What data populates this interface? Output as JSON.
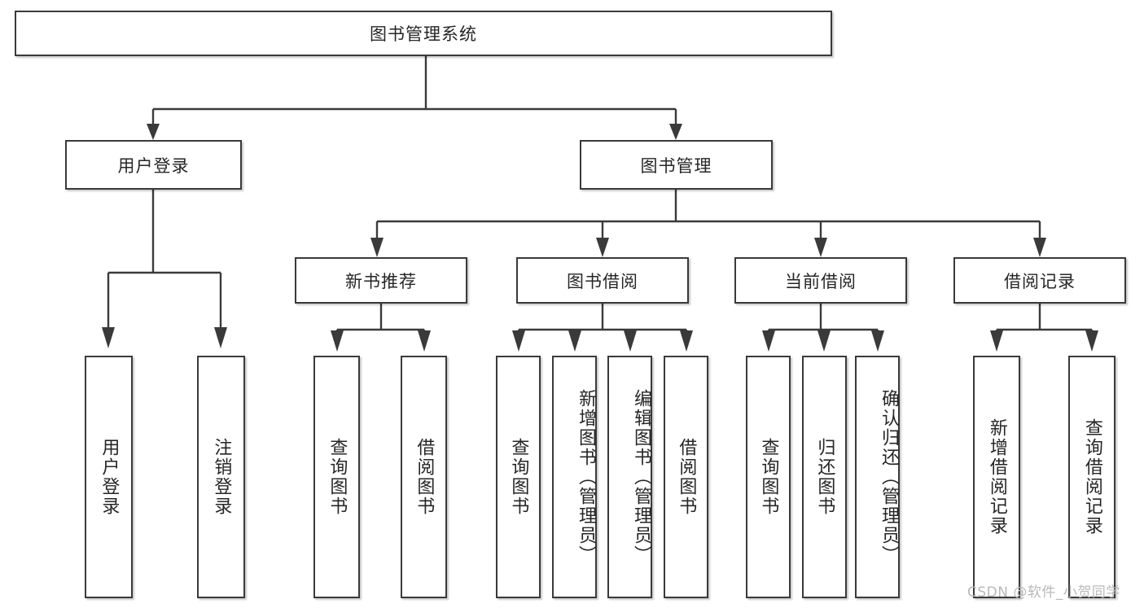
{
  "diagram": {
    "type": "tree",
    "title": "图书管理系统",
    "orientation": "top-down",
    "background_color": "#ffffff",
    "box_border_color": "#3a3a3a",
    "box_fill_color": "#ffffff",
    "connector_color": "#3a3a3a",
    "text_color": "#262626"
  },
  "nodes": {
    "root": {
      "label": "图书管理系统",
      "level": 0
    },
    "user_login": {
      "label": "用户登录",
      "level": 1
    },
    "book_manage": {
      "label": "图书管理",
      "level": 1
    },
    "new_book_rec": {
      "label": "新书推荐",
      "level": 2
    },
    "book_borrow": {
      "label": "图书借阅",
      "level": 2
    },
    "current_borrow": {
      "label": "当前借阅",
      "level": 2
    },
    "borrow_record": {
      "label": "借阅记录",
      "level": 2
    },
    "leaf_user_login": {
      "label": "用户登录",
      "level": 3
    },
    "leaf_logout": {
      "label": "注销登录",
      "level": 3
    },
    "leaf_query_book_1": {
      "label": "查询图书",
      "level": 3
    },
    "leaf_borrow_book_1": {
      "label": "借阅图书",
      "level": 3
    },
    "leaf_query_book_2": {
      "label": "查询图书",
      "level": 3
    },
    "leaf_add_book": {
      "label": "新增图书（管理员）",
      "level": 3
    },
    "leaf_edit_book": {
      "label": "编辑图书（管理员）",
      "level": 3
    },
    "leaf_borrow_book_2": {
      "label": "借阅图书",
      "level": 3
    },
    "leaf_query_book_3": {
      "label": "查询图书",
      "level": 3
    },
    "leaf_return_book": {
      "label": "归还图书",
      "level": 3
    },
    "leaf_confirm_return": {
      "label": "确认归还（管理员）",
      "level": 3
    },
    "leaf_add_record": {
      "label": "新增借阅记录",
      "level": 3
    },
    "leaf_query_record": {
      "label": "查询借阅记录",
      "level": 3
    }
  },
  "edges": [
    {
      "from": "root",
      "to": "user_login"
    },
    {
      "from": "root",
      "to": "book_manage"
    },
    {
      "from": "user_login",
      "to": "leaf_user_login"
    },
    {
      "from": "user_login",
      "to": "leaf_logout"
    },
    {
      "from": "book_manage",
      "to": "new_book_rec"
    },
    {
      "from": "book_manage",
      "to": "book_borrow"
    },
    {
      "from": "book_manage",
      "to": "current_borrow"
    },
    {
      "from": "book_manage",
      "to": "borrow_record"
    },
    {
      "from": "new_book_rec",
      "to": "leaf_query_book_1"
    },
    {
      "from": "new_book_rec",
      "to": "leaf_borrow_book_1"
    },
    {
      "from": "book_borrow",
      "to": "leaf_query_book_2"
    },
    {
      "from": "book_borrow",
      "to": "leaf_add_book"
    },
    {
      "from": "book_borrow",
      "to": "leaf_edit_book"
    },
    {
      "from": "book_borrow",
      "to": "leaf_borrow_book_2"
    },
    {
      "from": "current_borrow",
      "to": "leaf_query_book_3"
    },
    {
      "from": "current_borrow",
      "to": "leaf_return_book"
    },
    {
      "from": "current_borrow",
      "to": "leaf_confirm_return"
    },
    {
      "from": "borrow_record",
      "to": "leaf_add_record"
    },
    {
      "from": "borrow_record",
      "to": "leaf_query_record"
    }
  ],
  "watermark": {
    "text": "CSDN @软件_小贺同学"
  }
}
